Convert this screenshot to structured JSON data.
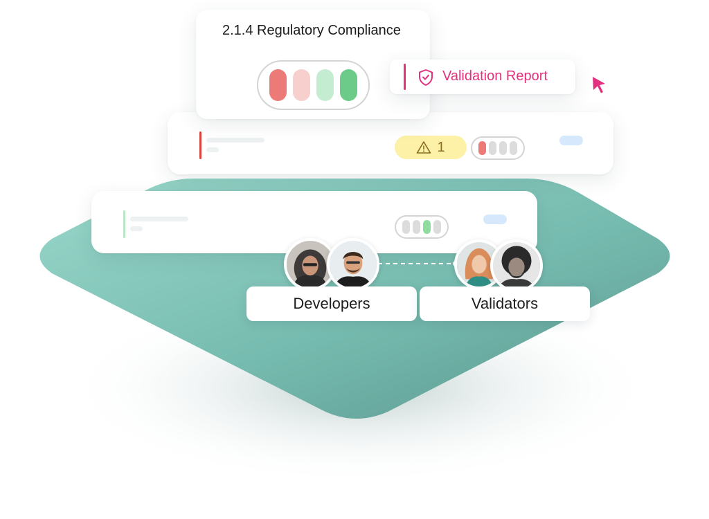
{
  "compliance_card": {
    "title": "2.1.4 Regulatory Compliance",
    "status_pills": [
      "#ec7b78",
      "#f7cfcd",
      "#c4ecd0",
      "#6ccb88"
    ]
  },
  "validation_button": {
    "label": "Validation Report",
    "icon": "shield-check-icon",
    "accent": "#e2317e"
  },
  "row_one": {
    "accent": "#d9453d",
    "warning": {
      "icon": "warning-triangle-icon",
      "count": "1",
      "bg": "#fcf1a6"
    },
    "status_pills": [
      "#ec7b78",
      "#dcdcdc",
      "#dcdcdc",
      "#dcdcdc"
    ],
    "tag_color": "#d6e8fb"
  },
  "row_two": {
    "accent": "#b9e6c3",
    "status_pills": [
      "#dcdcdc",
      "#dcdcdc",
      "#8fdc9e",
      "#dcdcdc"
    ],
    "tag_color": "#d6e8fb"
  },
  "teams": {
    "developers": "Developers",
    "validators": "Validators"
  },
  "cursor_icon": "pointer-cursor-icon",
  "colors": {
    "platform_light": "#8fd3c4",
    "platform_dark": "#5f9e95"
  }
}
